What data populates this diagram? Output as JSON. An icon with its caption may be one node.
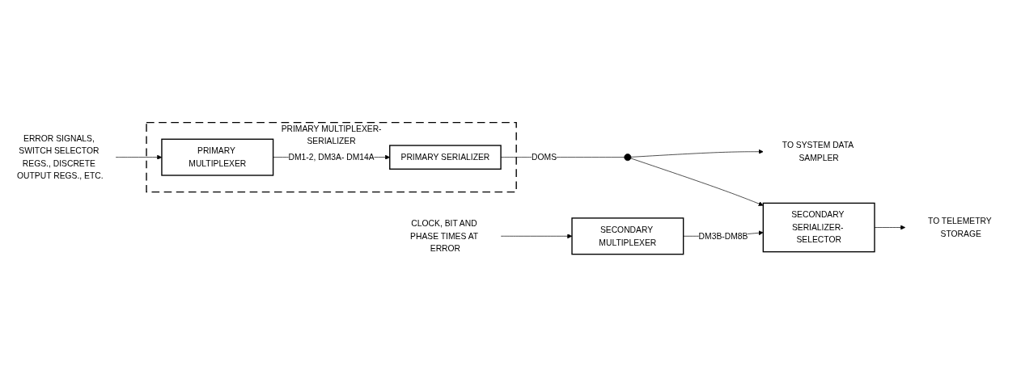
{
  "diagram": {
    "nodes": [
      {
        "text": [
          "ERROR SIGNALS, SWITCH SELECTOR REGS., DISCRETE OUTPUT REGS., ETC."
        ]
      },
      {
        "text": [
          "PRIMARY MULTIPLEXER-SERIALIZER"
        ]
      },
      {
        "text": [
          "PRIMARY MULTIPLEXER"
        ],
        "in": 1
      },
      {
        "text": [
          "PRIMARY SERIALIZER"
        ],
        "in": 1
      },
      {
        "text": [],
        "shape": "circle"
      },
      {
        "text": [
          "TO SYSTEM DATA SAMPLER"
        ]
      },
      {
        "text": [
          "SECONDARY SERIALIZER- SELECTOR"
        ]
      },
      {
        "text": [
          "TO TELEMETRY STORAGE"
        ]
      },
      {
        "text": [
          "CLOCK, BIT AND PHASE TIMES AT ERROR"
        ]
      },
      {
        "text": [
          "SECONDARY MULTIPLEXER"
        ]
      }
    ],
    "edges": [
      {
        "from": 0,
        "to": 2,
        "arrow": "to"
      },
      {
        "from": 2,
        "to": 3,
        "arrow": "to",
        "label": "DM1-2, DM3A- DM14A"
      },
      {
        "from": 3,
        "to": 4,
        "arrow": "none",
        "label": "DOMS"
      },
      {
        "from": 4,
        "to": 5,
        "arrow": "to"
      },
      {
        "from": 4,
        "to": 6,
        "arrow": "to"
      },
      {
        "from": 6,
        "to": 7,
        "arrow": "to"
      },
      {
        "from": 8,
        "to": 9,
        "arrow": "to"
      },
      {
        "from": 9,
        "to": 6,
        "arrow": "to",
        "label": "DM3B-DM8B"
      }
    ]
  }
}
